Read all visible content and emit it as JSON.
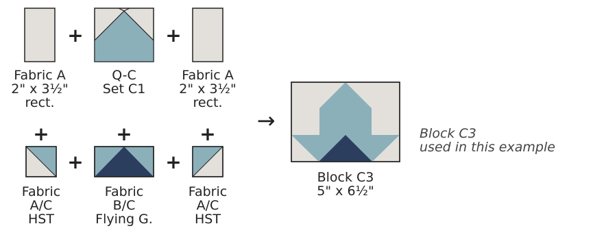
{
  "colors": {
    "background_fabric": "#e3e0db",
    "light_blue": "#8bb0ba",
    "navy": "#2c3e5e",
    "outline": "#222222"
  },
  "units": {
    "unit1": [
      "Fabric A",
      "2\" x 3½\"",
      "rect."
    ],
    "unit2": [
      "Q-C",
      "Set C1"
    ],
    "unit3": [
      "Fabric A",
      "2\" x 3½\"",
      "rect."
    ],
    "unit4": [
      "Fabric",
      "A/C",
      "HST"
    ],
    "unit5": [
      "Fabric",
      "B/C",
      "Flying G."
    ],
    "unit6": [
      "Fabric",
      "A/C",
      "HST"
    ]
  },
  "symbols": {
    "plus": "+",
    "arrow": "→"
  },
  "result": {
    "label": [
      "Block C3",
      "5\" x 6½\""
    ],
    "note": [
      "Block C3",
      "used in this example"
    ]
  }
}
